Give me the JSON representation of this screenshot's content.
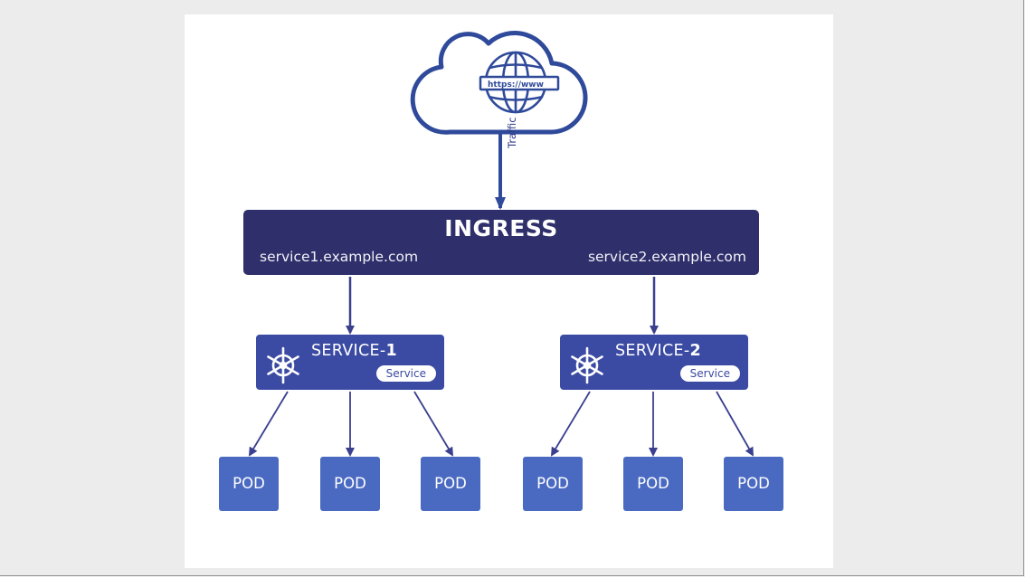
{
  "cloud": {
    "url_label": "https://www",
    "icon": "globe-icon"
  },
  "traffic_label": "Traffic",
  "ingress": {
    "title": "INGRESS",
    "hosts": [
      "service1.example.com",
      "service2.example.com"
    ]
  },
  "services": [
    {
      "name_prefix": "SERVICE-",
      "name_number": "1",
      "badge": "Service",
      "icon": "kubernetes-helm-icon"
    },
    {
      "name_prefix": "SERVICE-",
      "name_number": "2",
      "badge": "Service",
      "icon": "kubernetes-helm-icon"
    }
  ],
  "pods": [
    "POD",
    "POD",
    "POD",
    "POD",
    "POD",
    "POD"
  ],
  "colors": {
    "ingress_bg": "#2f2f6b",
    "service_bg": "#3b4aa3",
    "pod_bg": "#4a6ac2",
    "arrow": "#3a3f8f",
    "cloud_stroke": "#2f4a9a"
  }
}
